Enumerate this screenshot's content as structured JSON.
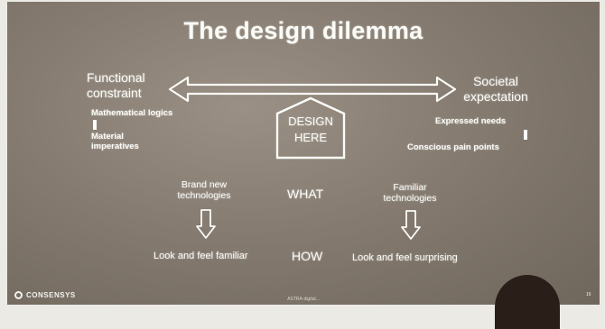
{
  "slide": {
    "title": "The design dilemma",
    "left": {
      "heading_line1": "Functional",
      "heading_line2": "constraint",
      "item1": "Mathematical logics",
      "item2_line1": "Material",
      "item2_line2": "imperatives"
    },
    "right": {
      "heading_line1": "Societal",
      "heading_line2": "expectation",
      "item1": "Expressed needs",
      "item2": "Conscious pain points"
    },
    "house": {
      "line1": "DESIGN",
      "line2": "HERE"
    },
    "middle_left": {
      "line1": "Brand new",
      "line2": "technologies"
    },
    "middle_right": {
      "line1": "Familiar",
      "line2": "technologies"
    },
    "what_label": "WHAT",
    "how_label": "HOW",
    "bottom_left": "Look and feel familiar",
    "bottom_right": "Look and feel surprising",
    "logo_text": "CONSENSYS",
    "footer_text": "ASTRA·digital...",
    "page_number": "16"
  },
  "colors": {
    "text": "#fbfbf7",
    "slide_bg": "#857b70",
    "wall": "#eceae4"
  }
}
